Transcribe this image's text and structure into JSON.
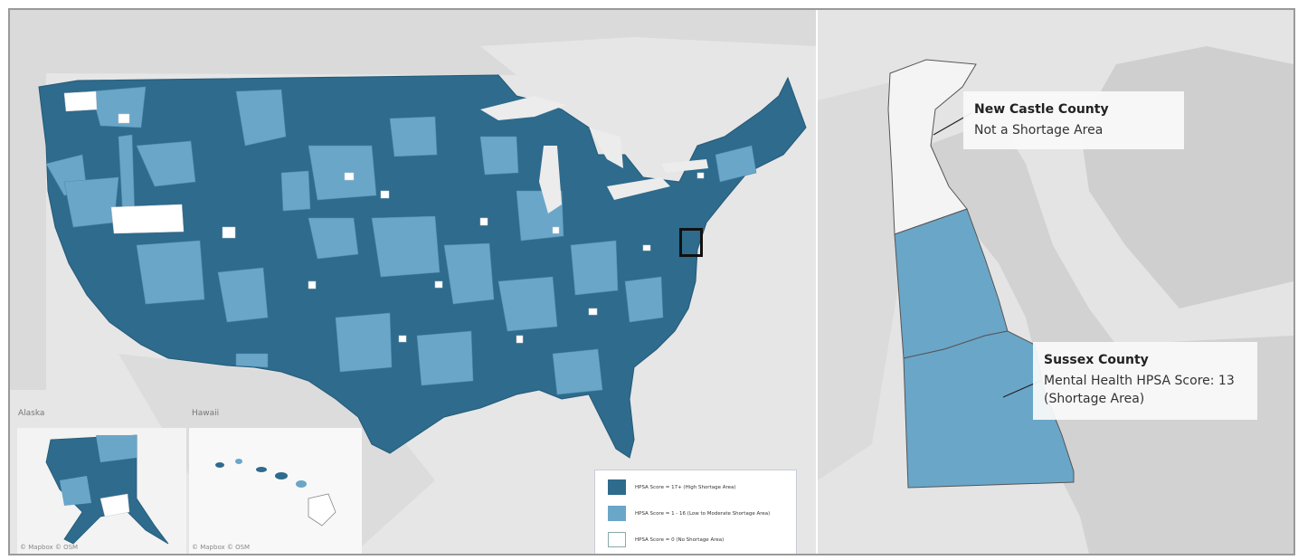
{
  "insets": {
    "alaska_label": "Alaska",
    "hawaii_label": "Hawaii",
    "alaska_credit": "© Mapbox © OSM",
    "hawaii_credit": "© Mapbox © OSM"
  },
  "legend": {
    "items": [
      {
        "label": "HPSA Score = 17+ (High Shortage Area)",
        "color": "#2e6b8d"
      },
      {
        "label": "HPSA Score = 1 - 16 (Low to Moderate Shortage Area)",
        "color": "#6aa6c8"
      },
      {
        "label": "HPSA Score = 0 (No Shortage Area)",
        "color": "#ffffff"
      }
    ]
  },
  "callouts": {
    "new_castle": {
      "name": "New Castle County",
      "desc": "Not a Shortage Area"
    },
    "sussex": {
      "name": "Sussex County",
      "desc": "Mental Health HPSA Score: 13 (Shortage Area)"
    }
  },
  "colors": {
    "high": "#2e6b8d",
    "moderate": "#6aa6c8",
    "none": "#ffffff",
    "land": "#e2e2e2",
    "water": "#ececec",
    "highlight_box": "#111111"
  }
}
